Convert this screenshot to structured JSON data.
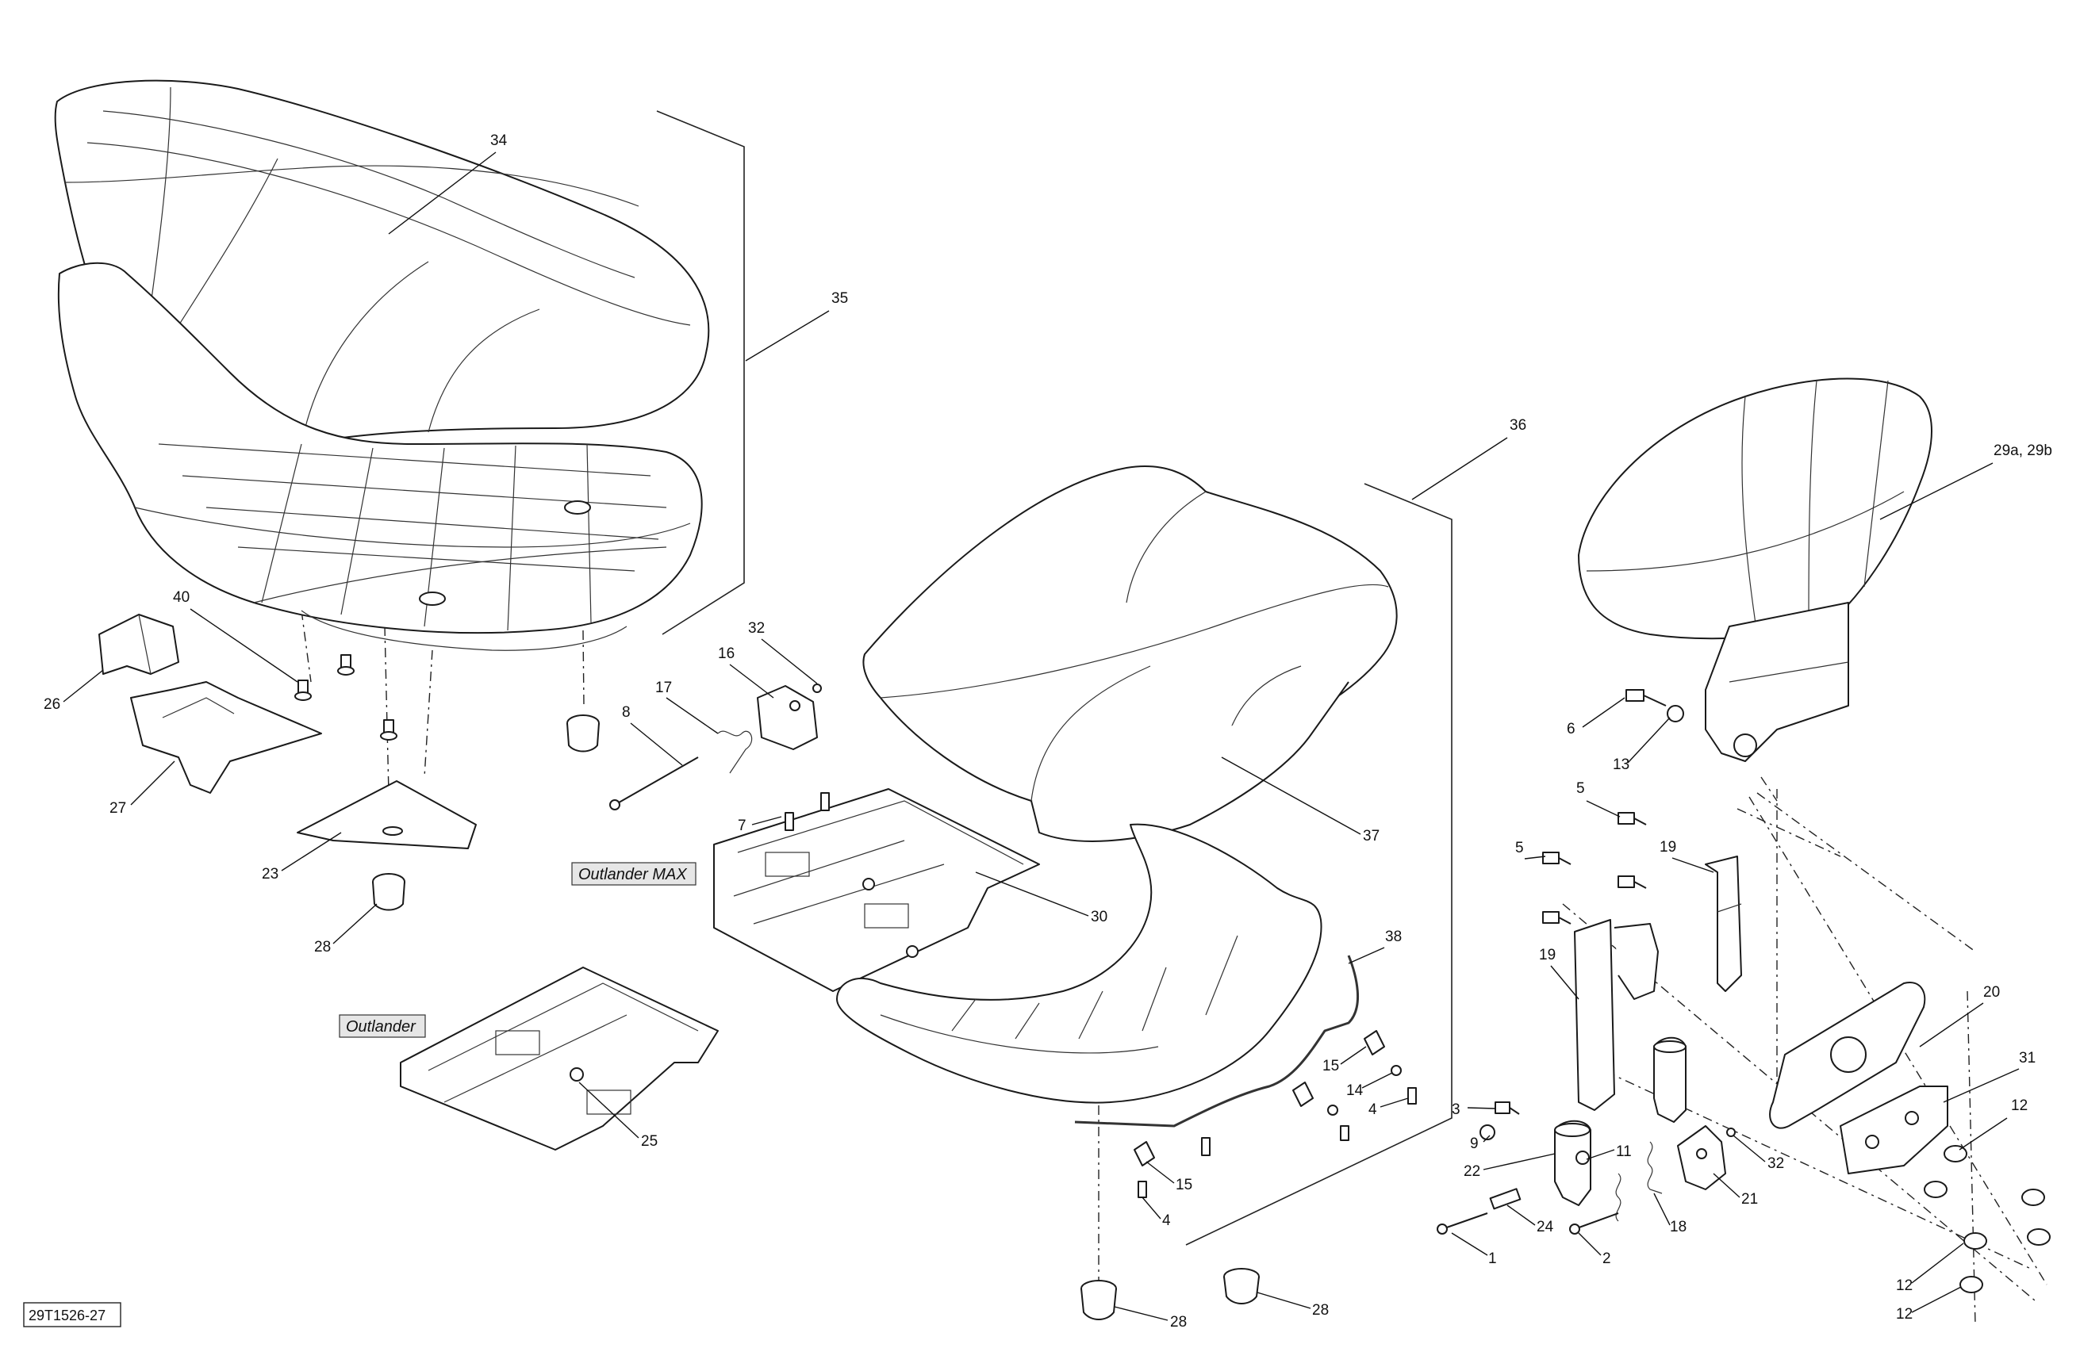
{
  "document_id": "29T1526-27",
  "variant_labels": {
    "max": "Outlander MAX",
    "std": "Outlander"
  },
  "callouts": [
    {
      "id": "c34",
      "text": "34"
    },
    {
      "id": "c35",
      "text": "35"
    },
    {
      "id": "c36",
      "text": "36"
    },
    {
      "id": "c29",
      "text": "29a, 29b"
    },
    {
      "id": "c40",
      "text": "40"
    },
    {
      "id": "c26",
      "text": "26"
    },
    {
      "id": "c27",
      "text": "27"
    },
    {
      "id": "c23",
      "text": "23"
    },
    {
      "id": "c28a",
      "text": "28"
    },
    {
      "id": "c32a",
      "text": "32"
    },
    {
      "id": "c16",
      "text": "16"
    },
    {
      "id": "c17",
      "text": "17"
    },
    {
      "id": "c8",
      "text": "8"
    },
    {
      "id": "c7",
      "text": "7"
    },
    {
      "id": "c30",
      "text": "30"
    },
    {
      "id": "c37",
      "text": "37"
    },
    {
      "id": "c25",
      "text": "25"
    },
    {
      "id": "c38",
      "text": "38"
    },
    {
      "id": "c15a",
      "text": "15"
    },
    {
      "id": "c14",
      "text": "14"
    },
    {
      "id": "c4a",
      "text": "4"
    },
    {
      "id": "c15b",
      "text": "15"
    },
    {
      "id": "c4b",
      "text": "4"
    },
    {
      "id": "c28b",
      "text": "28"
    },
    {
      "id": "c28c",
      "text": "28"
    },
    {
      "id": "c6",
      "text": "6"
    },
    {
      "id": "c13",
      "text": "13"
    },
    {
      "id": "c5a",
      "text": "5"
    },
    {
      "id": "c5b",
      "text": "5"
    },
    {
      "id": "c19a",
      "text": "19"
    },
    {
      "id": "c19b",
      "text": "19"
    },
    {
      "id": "c20",
      "text": "20"
    },
    {
      "id": "c31",
      "text": "31"
    },
    {
      "id": "c12a",
      "text": "12"
    },
    {
      "id": "c3",
      "text": "3"
    },
    {
      "id": "c9",
      "text": "9"
    },
    {
      "id": "c22",
      "text": "22"
    },
    {
      "id": "c11",
      "text": "11"
    },
    {
      "id": "c32b",
      "text": "32"
    },
    {
      "id": "c21",
      "text": "21"
    },
    {
      "id": "c18",
      "text": "18"
    },
    {
      "id": "c24",
      "text": "24"
    },
    {
      "id": "c1",
      "text": "1"
    },
    {
      "id": "c2",
      "text": "2"
    },
    {
      "id": "c12b",
      "text": "12"
    },
    {
      "id": "c12c",
      "text": "12"
    }
  ]
}
